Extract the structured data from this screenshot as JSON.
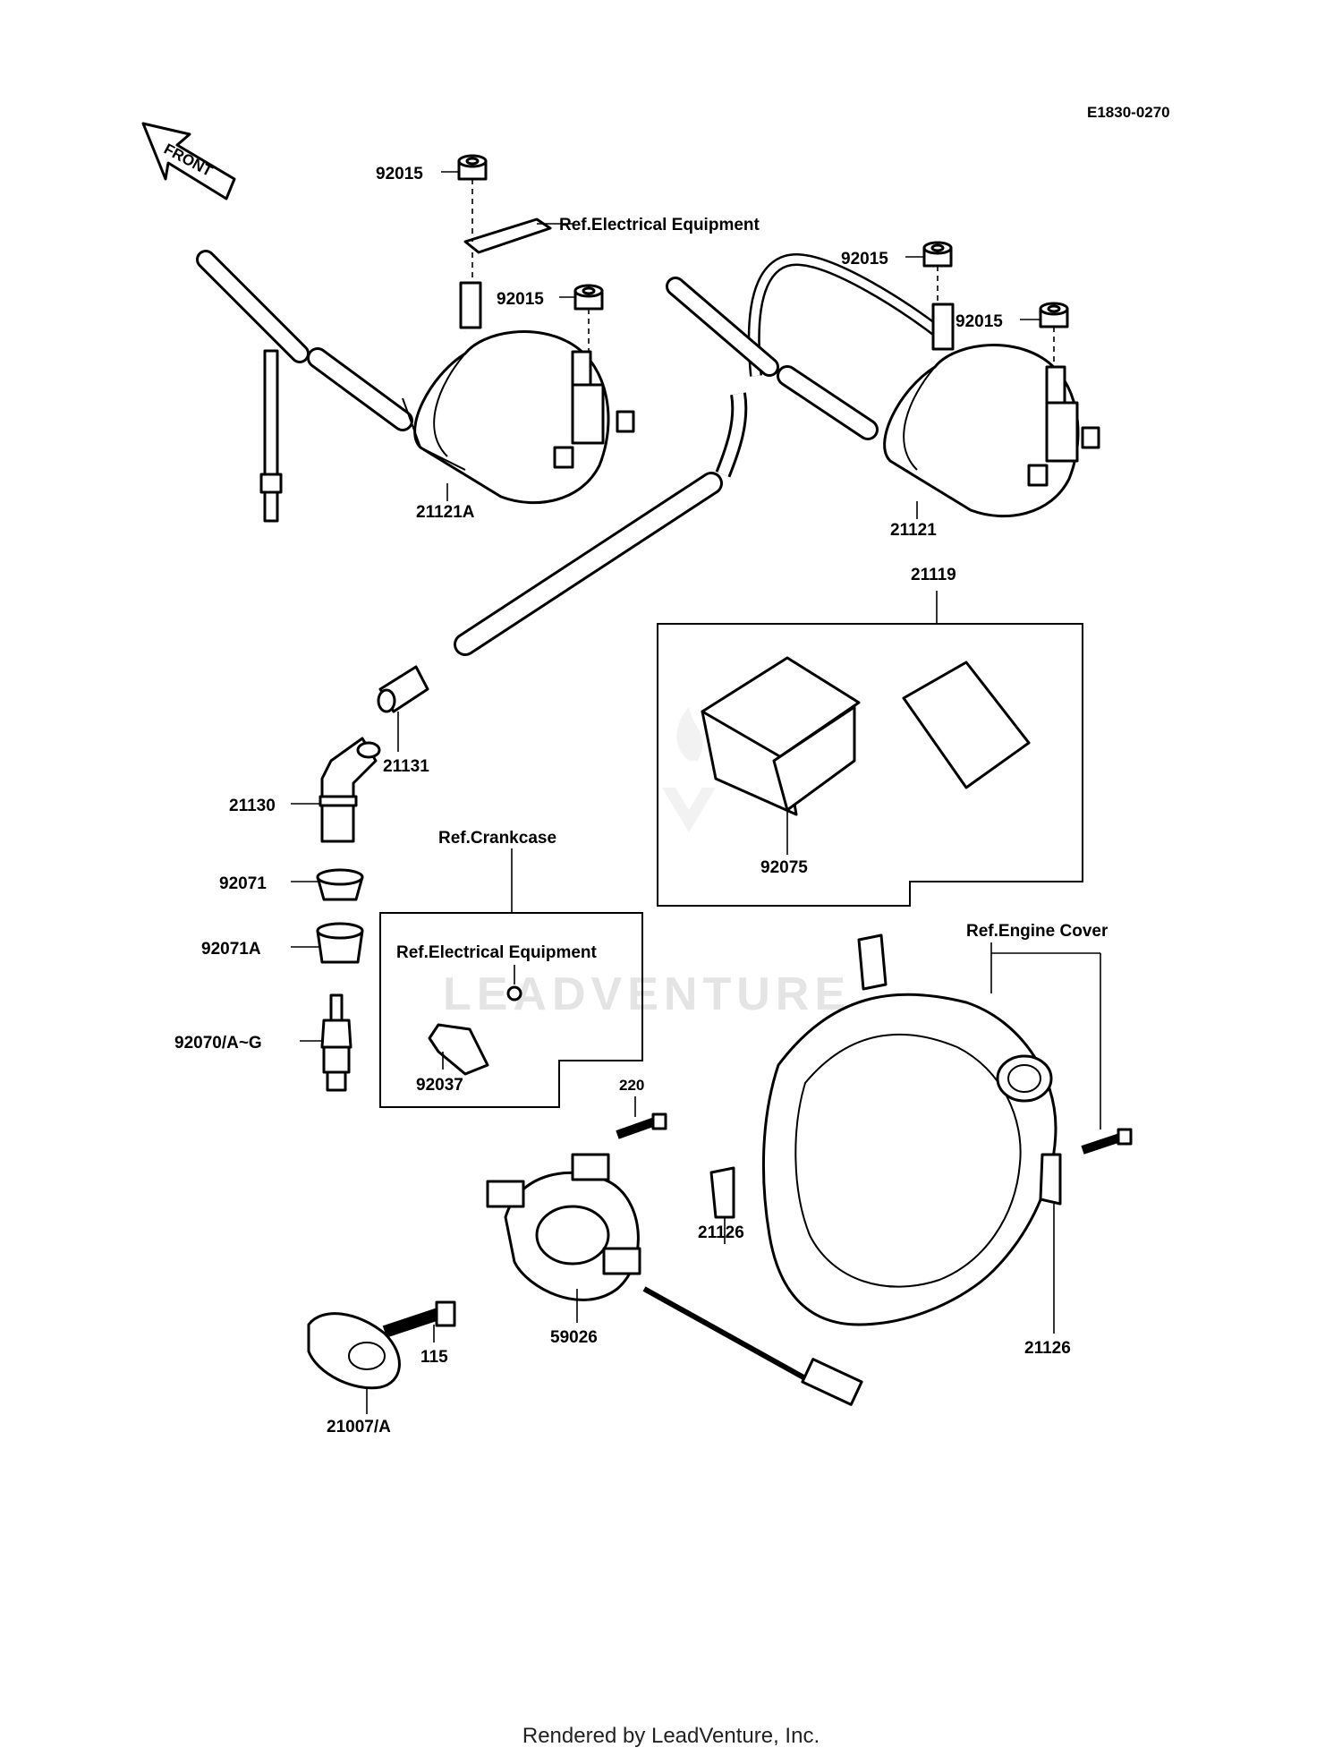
{
  "diagram_id": "E1830-0270",
  "front_label": "FRONT",
  "watermark": "LEADVENTURE",
  "footer": "Rendered by LeadVenture, Inc.",
  "refs": {
    "electrical_top": "Ref.Electrical Equipment",
    "crankcase": "Ref.Crankcase",
    "electrical_box": "Ref.Electrical Equipment",
    "engine_cover": "Ref.Engine Cover"
  },
  "parts": {
    "nut_a": "92015",
    "nut_b": "92015",
    "nut_c": "92015",
    "nut_d": "92015",
    "coil_left": "21121A",
    "coil_right": "21121",
    "igniter_kit": "21119",
    "igniter": "92075",
    "cap_joint": "21131",
    "plug_cap": "21130",
    "seal_a": "92071",
    "seal_b": "92071A",
    "spark_plug": "92070/A~G",
    "clamp": "92037",
    "bolt_220": "220",
    "pickup_left": "21126",
    "pickup_right": "21126",
    "stator": "59026",
    "bolt_115": "115",
    "rotor": "21007/A"
  }
}
